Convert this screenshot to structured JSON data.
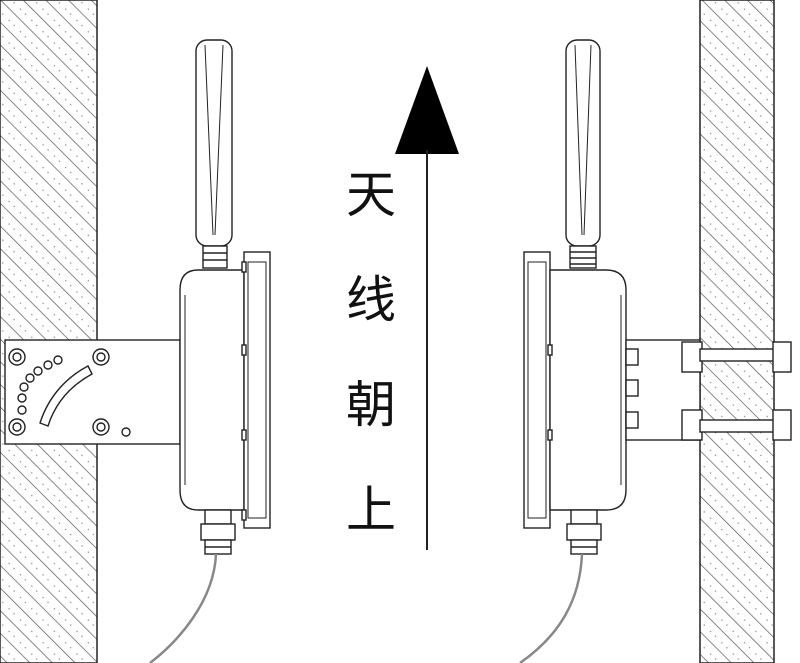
{
  "caption": {
    "chars": [
      "天",
      "线",
      "朝",
      "上"
    ]
  },
  "colors": {
    "line": "#222222",
    "hatch": "#555555",
    "fill": "#ffffff",
    "arrow": "#000000",
    "cable": "#888888"
  },
  "icons": {
    "direction": "up-arrow-icon"
  }
}
